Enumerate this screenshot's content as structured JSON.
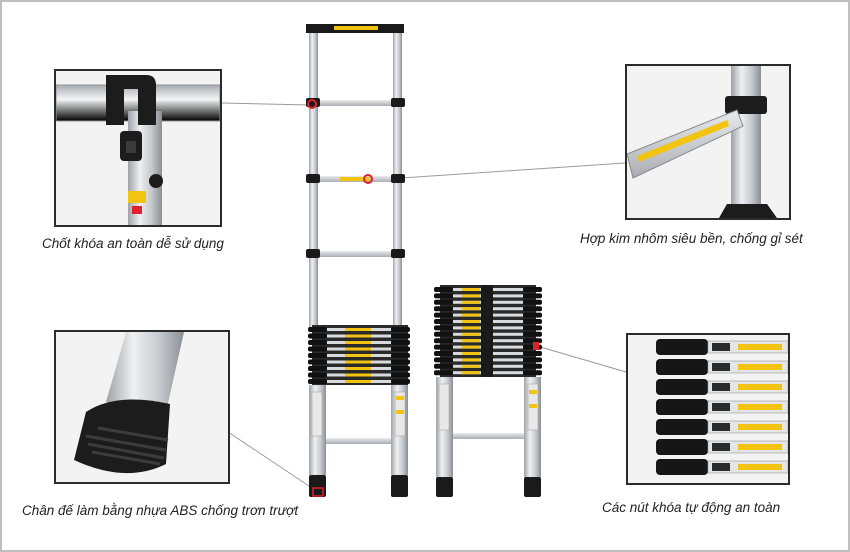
{
  "callouts": {
    "safety_lock": {
      "caption": "Chốt khóa an toàn dễ sử dụng",
      "icon": "safety-lock-closeup"
    },
    "alloy": {
      "caption": "Hợp kim nhôm siêu bền, chống gỉ sét",
      "icon": "aluminum-tube-closeup"
    },
    "foot": {
      "caption": "Chân đế làm bằng nhựa ABS chống trơn trượt",
      "icon": "rubber-foot-closeup"
    },
    "auto_lock": {
      "caption": "Các nút khóa tự động an toàn",
      "icon": "auto-lock-buttons-closeup"
    }
  },
  "colors": {
    "aluminum": "#c9ccd0",
    "black": "#1a1a1a",
    "label_yellow": "#f2c40f",
    "lock_red": "#e0202a",
    "leader_line": "#9a9a9a"
  }
}
